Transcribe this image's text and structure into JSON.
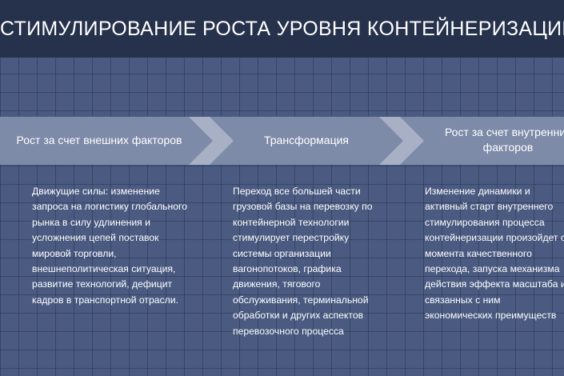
{
  "title": "СТИМУЛИРОВАНИЕ РОСТА УРОВНЯ КОНТЕЙНЕРИЗАЦИИ",
  "stages": [
    {
      "label": "Рост за счет внешних факторов",
      "text": "Движущие силы: изменение запроса на логистику глобального рынка в силу удлинения и усложнения цепей поставок мировой торговли, внешнеполитическая ситуация, развитие технологий, дефицит кадров в транспортной отрасли."
    },
    {
      "label": "Трансформация",
      "text": "Переход все большей части грузовой базы на перевозку по контейнерной технологии стимулирует перестройку системы организации вагонопотоков, графика движения, тягового обслуживания, терминальной обработки и других аспектов перевозочного процесса"
    },
    {
      "label": "Рост за счет внутренних факторов",
      "text": "Изменение динамики и активный старт внутреннего стимулирования процесса контейнеризации произойдет с момента качественного перехода, запуска механизма действия эффекта масштаба и связанных с ним экономических преимуществ"
    }
  ],
  "colors": {
    "background": "#4a5a80",
    "header": "#26314c",
    "band": "#7d8aa8",
    "chevron": "#a7b0c5"
  }
}
